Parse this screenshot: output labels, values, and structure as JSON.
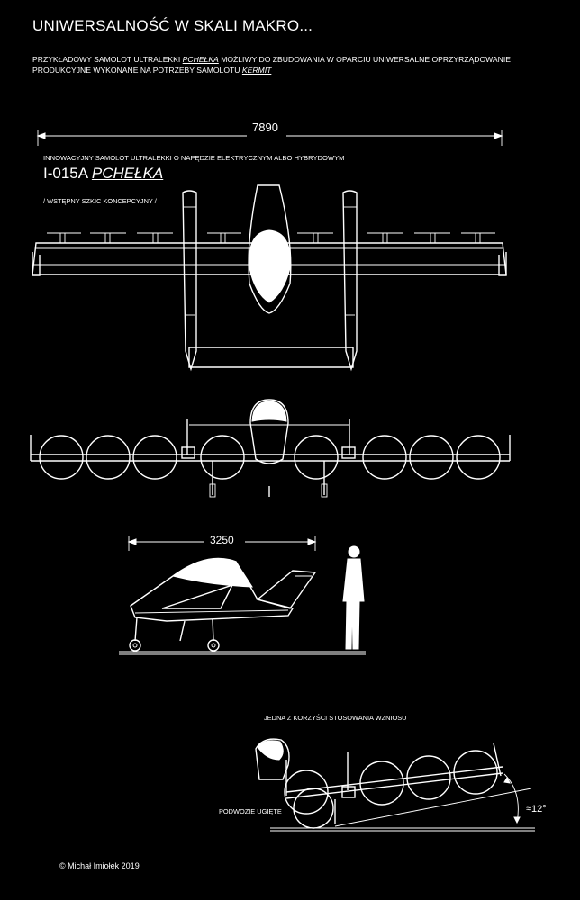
{
  "header": {
    "title": "UNIWERSALNOŚĆ W SKALI MAKRO...",
    "intro_line1_a": "PRZYKŁADOWY SAMOLOT ULTRALEKKI",
    "intro_line1_link": "PCHEŁKA",
    "intro_line1_b": "MOŻLIWY DO ZBUDOWANIA W OPARCIU UNIWERSALNE OPRZYRZĄDOWANIE",
    "intro_line2_a": "PRODUKCYJNE WYKONANE NA POTRZEBY SAMOLOTU",
    "intro_line2_link": "KERMIT"
  },
  "aircraft": {
    "description": "INNOWACYJNY SAMOLOT ULTRALEKKI O NAPĘDZIE ELEKTRYCZNYM ALBO HYBRYDOWYM",
    "code": "I-015A",
    "name": "PCHEŁKA",
    "sketch_note": "/ WSTĘPNY SZKIC KONCEPCYJNY /"
  },
  "dimensions": {
    "wingspan": "7890",
    "length": "3250"
  },
  "lift_view": {
    "note": "JEDNA Z KORZYŚCI STOSOWANIA WZNIOSU",
    "gear_note": "PODWOZIE UGIĘTE",
    "angle": "≈12°"
  },
  "footer": {
    "copyright": "Michał Imiołek 2019"
  }
}
